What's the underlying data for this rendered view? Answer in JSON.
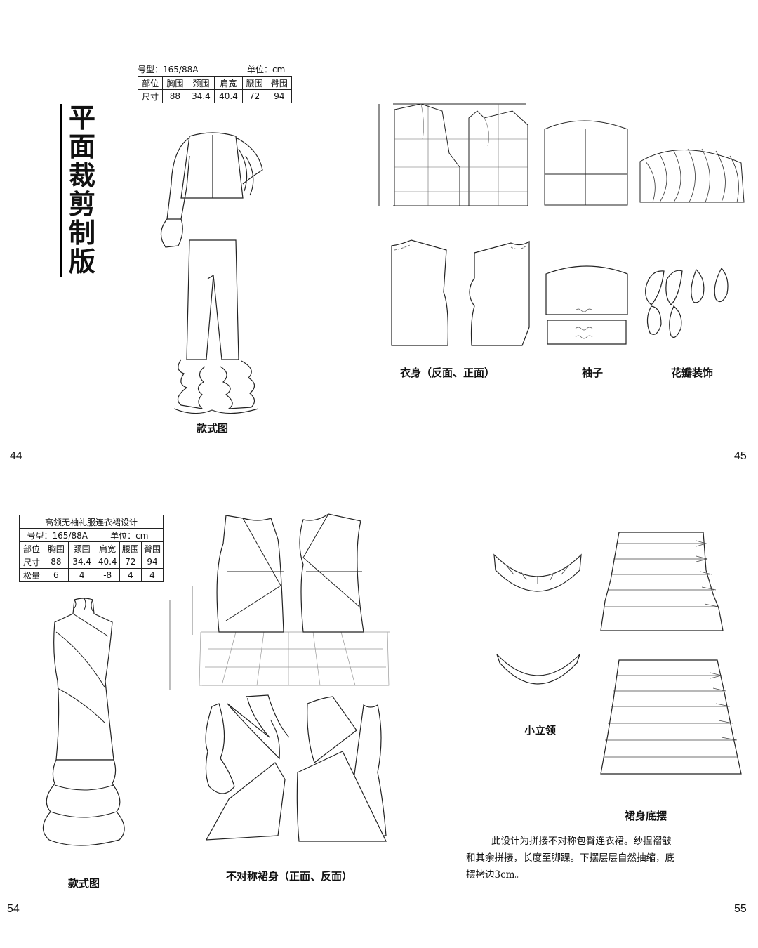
{
  "top_section": {
    "title_chars": [
      "平",
      "面",
      "裁",
      "剪",
      "制",
      "版"
    ],
    "size_label": "号型：165/88A",
    "unit_label": "单位：cm",
    "table": {
      "row1": [
        "部位",
        "胸围",
        "颈围",
        "肩宽",
        "腰围",
        "臀围"
      ],
      "row2": [
        "尺寸",
        "88",
        "34.4",
        "40.4",
        "72",
        "94"
      ]
    },
    "captions": {
      "style": "款式图",
      "body": "衣身（反面、正面）",
      "sleeve": "袖子",
      "petal": "花瓣装饰"
    },
    "page_left": "44",
    "page_right": "45"
  },
  "bottom_section": {
    "table_title": "高领无袖礼服连衣裙设计",
    "size_label": "号型：165/88A",
    "unit_label": "单位：cm",
    "table": {
      "row1": [
        "部位",
        "胸围",
        "颈围",
        "肩宽",
        "腰围",
        "臀围"
      ],
      "row2": [
        "尺寸",
        "88",
        "34.4",
        "40.4",
        "72",
        "94"
      ],
      "row3": [
        "松量",
        "6",
        "4",
        "-8",
        "4",
        "4"
      ]
    },
    "captions": {
      "style": "款式图",
      "skirt_body": "不对称裙身（正面、反面）",
      "collar": "小立领",
      "hem": "裙身底摆"
    },
    "note": "此设计为拼接不对称包臀连衣裙。纱捏褶皱和其余拼接，长度至脚踝。下摆层层自然抽缩，底摆拷边3cm。",
    "page_left": "54",
    "page_right": "55"
  }
}
